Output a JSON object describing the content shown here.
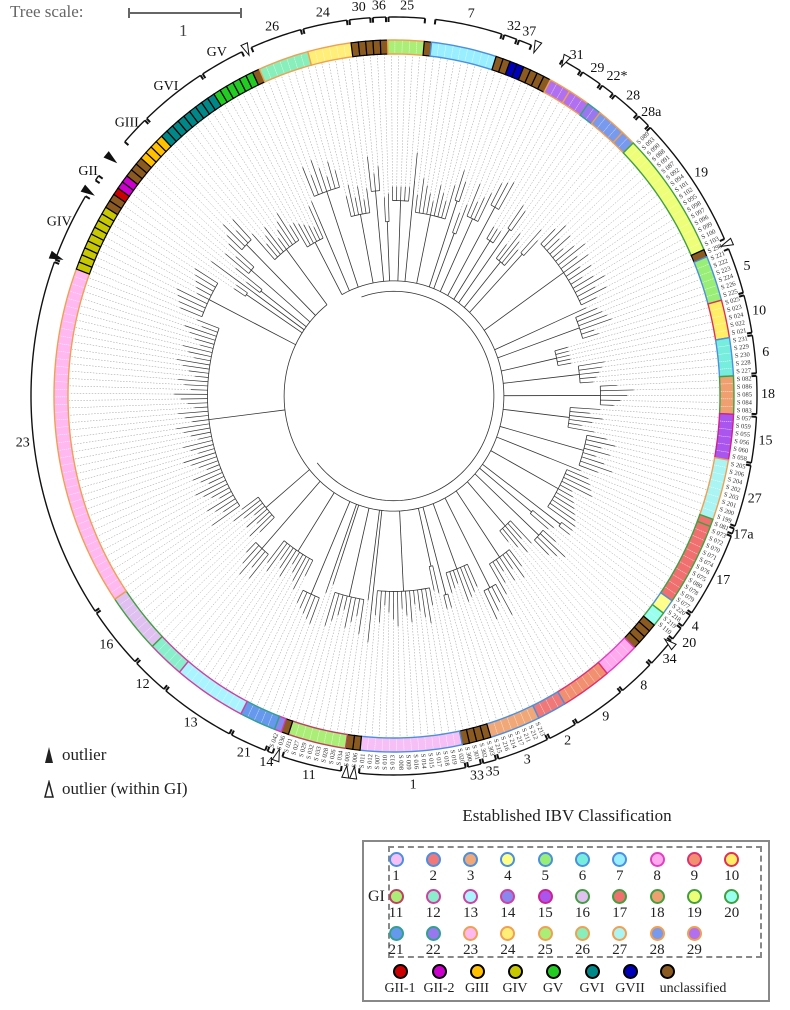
{
  "tree_scale": {
    "label": "Tree scale:",
    "value": "1"
  },
  "outlier_legend": {
    "filled": "outlier",
    "hollow": "outlier (within GI)"
  },
  "legend": {
    "title": "Established IBV Classification",
    "group_label": "GI",
    "lineages": [
      "1",
      "2",
      "3",
      "4",
      "5",
      "6",
      "7",
      "8",
      "9",
      "10",
      "11",
      "12",
      "13",
      "14",
      "15",
      "16",
      "17",
      "18",
      "19",
      "20",
      "21",
      "22",
      "23",
      "24",
      "25",
      "26",
      "27",
      "28",
      "29"
    ],
    "genotypes": [
      "GII-1",
      "GII-2",
      "GIII",
      "GIV",
      "GV",
      "GVI",
      "GVII",
      "unclassified"
    ]
  },
  "classes": {
    "1": {
      "fill": "#f6c0f6",
      "border": "#4a8fe0"
    },
    "2": {
      "fill": "#f07878",
      "border": "#4a8fe0"
    },
    "3": {
      "fill": "#f0a878",
      "border": "#4a8fe0"
    },
    "4": {
      "fill": "#ffff88",
      "border": "#4a8fe0"
    },
    "5": {
      "fill": "#99ee77",
      "border": "#4a8fe0"
    },
    "6": {
      "fill": "#77eedd",
      "border": "#4a8fe0"
    },
    "7": {
      "fill": "#99eeff",
      "border": "#4a8fe0"
    },
    "8": {
      "fill": "#ffaaee",
      "border": "#e040c0"
    },
    "9": {
      "fill": "#f09070",
      "border": "#e03070"
    },
    "10": {
      "fill": "#ffee66",
      "border": "#e03050"
    },
    "11": {
      "fill": "#aaee77",
      "border": "#c04060"
    },
    "12": {
      "fill": "#88eecc",
      "border": "#d040a0"
    },
    "13": {
      "fill": "#aaf4ff",
      "border": "#d040a0"
    },
    "14": {
      "fill": "#8888ee",
      "border": "#d040a0"
    },
    "15": {
      "fill": "#aa55ee",
      "border": "#d02090"
    },
    "16": {
      "fill": "#e0c0f0",
      "border": "#40a040"
    },
    "17": {
      "fill": "#f07070",
      "border": "#40a040"
    },
    "18": {
      "fill": "#f0a070",
      "border": "#40a040"
    },
    "19": {
      "fill": "#eeff77",
      "border": "#40a040"
    },
    "20": {
      "fill": "#99ffee",
      "border": "#40a040"
    },
    "21": {
      "fill": "#6699ee",
      "border": "#30a090"
    },
    "22": {
      "fill": "#9977ee",
      "border": "#30a090"
    },
    "23": {
      "fill": "#ffb8f0",
      "border": "#f0a050"
    },
    "24": {
      "fill": "#ffee77",
      "border": "#f0a050"
    },
    "25": {
      "fill": "#aaee77",
      "border": "#f0a050"
    },
    "26": {
      "fill": "#88eebb",
      "border": "#f0a050"
    },
    "27": {
      "fill": "#aaf4f4",
      "border": "#f0a050"
    },
    "28": {
      "fill": "#7799ee",
      "border": "#f0a050"
    },
    "29": {
      "fill": "#b070f0",
      "border": "#f0a050"
    },
    "GII-1": {
      "fill": "#cc0000",
      "border": "#000000"
    },
    "GII-2": {
      "fill": "#cc00cc",
      "border": "#000000"
    },
    "GIII": {
      "fill": "#ffc000",
      "border": "#000000"
    },
    "GIV": {
      "fill": "#c8c800",
      "border": "#000000"
    },
    "GV": {
      "fill": "#22cc22",
      "border": "#000000"
    },
    "GVI": {
      "fill": "#008888",
      "border": "#000000"
    },
    "GVII": {
      "fill": "#0000bb",
      "border": "#000000"
    },
    "unclassified": {
      "fill": "#8b5a20",
      "border": "#000000"
    }
  },
  "ring": {
    "segments": [
      {
        "class": "GV",
        "label": "GV",
        "count": 6
      },
      {
        "class": "unclassified",
        "label": "",
        "count": 1,
        "outlier": "hollow"
      },
      {
        "class": "26",
        "label": "26",
        "count": 7
      },
      {
        "class": "24",
        "label": "24",
        "count": 6
      },
      {
        "class": "unclassified",
        "label": "30",
        "count": 3
      },
      {
        "class": "unclassified",
        "label": "36",
        "count": 2
      },
      {
        "class": "25",
        "label": "25",
        "count": 5
      },
      {
        "class": "unclassified",
        "label": "",
        "count": 1
      },
      {
        "class": "7",
        "label": "7",
        "count": 9
      },
      {
        "class": "unclassified",
        "label": "32",
        "count": 2
      },
      {
        "class": "GVII",
        "label": "37",
        "count": 2
      },
      {
        "class": "unclassified",
        "label": "",
        "count": 4,
        "outlier": "hollow"
      },
      {
        "class": "29",
        "label": "31",
        "count": 3,
        "outlier": "hollow"
      },
      {
        "class": "29",
        "label": "29",
        "count": 3
      },
      {
        "class": "22",
        "label": "22*",
        "count": 2
      },
      {
        "class": "28",
        "label": "28",
        "count": 4
      },
      {
        "class": "28",
        "label": "28a",
        "count": 2
      },
      {
        "class": "19",
        "label": "19",
        "count": 17,
        "leaves": [
          "S 089",
          "S 093",
          "S 090",
          "S 088",
          "S 091",
          "S 087",
          "S 092",
          "S 094",
          "S 101",
          "S 102",
          "S 095",
          "S 098",
          "S 097",
          "S 096",
          "S 099",
          "S 100",
          "S 103"
        ]
      },
      {
        "class": "unclassified",
        "label": "",
        "count": 1,
        "outlier": "hollow",
        "leaves": [
          "S 298"
        ]
      },
      {
        "class": "5",
        "label": "5",
        "count": 6,
        "leaves": [
          "S 221",
          "S 222",
          "S 223",
          "S 224",
          "S 226",
          "S 225"
        ]
      },
      {
        "class": "10",
        "label": "10",
        "count": 5,
        "leaves": [
          "S 025",
          "S 023",
          "S 024",
          "S 022",
          "S 021"
        ]
      },
      {
        "class": "6",
        "label": "6",
        "count": 5,
        "leaves": [
          "S 231",
          "S 229",
          "S 230",
          "S 228",
          "S 227"
        ]
      },
      {
        "class": "18",
        "label": "18",
        "count": 5,
        "leaves": [
          "S 082",
          "S 086",
          "S 085",
          "S 084",
          "S 083"
        ]
      },
      {
        "class": "15",
        "label": "15",
        "count": 6,
        "leaves": [
          "S 057",
          "S 059",
          "S 055",
          "S 056",
          "S 060",
          "S 058"
        ]
      },
      {
        "class": "27",
        "label": "27",
        "count": 8,
        "leaves": [
          "S 205",
          "S 206",
          "S 204",
          "S 202",
          "S 203",
          "S 201",
          "S 200",
          "S 199"
        ]
      },
      {
        "class": "17",
        "label": "17a",
        "count": 1,
        "leaves": [
          "S 081"
        ]
      },
      {
        "class": "17",
        "label": "17",
        "count": 11,
        "leaves": [
          "S 073",
          "S 072",
          "S 070",
          "S 071",
          "S 074",
          "S 076",
          "S 075",
          "S 080",
          "S 078",
          "S 079",
          "S 077"
        ]
      },
      {
        "class": "4",
        "label": "4",
        "count": 2,
        "leaves": [
          "S 220",
          "S 218"
        ]
      },
      {
        "class": "20",
        "label": "20",
        "count": 2,
        "leaves": [
          "S 219",
          "S 110"
        ]
      },
      {
        "class": "unclassified",
        "label": "34",
        "count": 4,
        "outlier": "hollow"
      },
      {
        "class": "8",
        "label": "8",
        "count": 5
      },
      {
        "class": "9",
        "label": "9",
        "count": 7
      },
      {
        "class": "2",
        "label": "2",
        "count": 4
      },
      {
        "class": "3",
        "label": "3",
        "count": 7,
        "leaves": [
          "S 213",
          "S 212",
          "S 211",
          "S 217",
          "S 214",
          "S 216",
          "S 215"
        ]
      },
      {
        "class": "unclassified",
        "label": "35",
        "count": 2,
        "leaves": [
          "S 303",
          "S 302"
        ]
      },
      {
        "class": "unclassified",
        "label": "33",
        "count": 2,
        "leaves": [
          "S 301",
          "S 300"
        ]
      },
      {
        "class": "1",
        "label": "1",
        "count": 14,
        "leaves": [
          "S 020",
          "S 019",
          "S 018",
          "S 017",
          "S 015",
          "S 014",
          "S 016",
          "S 009",
          "S 008",
          "S 013",
          "S 010",
          "S 007",
          "S 012",
          "S 011"
        ]
      },
      {
        "class": "unclassified",
        "label": "",
        "count": 1,
        "outlier": "hollow",
        "leaves": [
          "S 006"
        ]
      },
      {
        "class": "unclassified",
        "label": "",
        "count": 1,
        "outlier": "hollow",
        "leaves": [
          "S 005"
        ]
      },
      {
        "class": "11",
        "label": "11",
        "count": 8,
        "leaves": [
          "S 034",
          "S 026",
          "S 028",
          "S 033",
          "S 032",
          "S 029",
          "S 027",
          "S 031"
        ]
      },
      {
        "class": "unclassified",
        "label": "",
        "count": 1,
        "outlier": "hollow",
        "leaves": [
          "S 036"
        ]
      },
      {
        "class": "14",
        "label": "14",
        "count": 1,
        "leaves": [
          "S 042"
        ]
      },
      {
        "class": "21",
        "label": "21",
        "count": 5
      },
      {
        "class": "13",
        "label": "13",
        "count": 10
      },
      {
        "class": "12",
        "label": "12",
        "count": 5
      },
      {
        "class": "16",
        "label": "16",
        "count": 8
      },
      {
        "class": "23",
        "label": "23",
        "count": 45
      },
      {
        "class": "GIV",
        "label": "GIV",
        "count": 9,
        "outlier": "filled"
      },
      {
        "class": "unclassified",
        "label": "",
        "count": 2,
        "outlier": "filled"
      },
      {
        "class": "GII-1",
        "label": "GII",
        "count": 1
      },
      {
        "class": "GII-2",
        "label": "",
        "count": 2
      },
      {
        "class": "unclassified",
        "label": "",
        "count": 3,
        "outlier": "filled"
      },
      {
        "class": "GIII",
        "label": "GIII",
        "count": 4
      },
      {
        "class": "GVI",
        "label": "GVI",
        "count": 9
      }
    ]
  }
}
